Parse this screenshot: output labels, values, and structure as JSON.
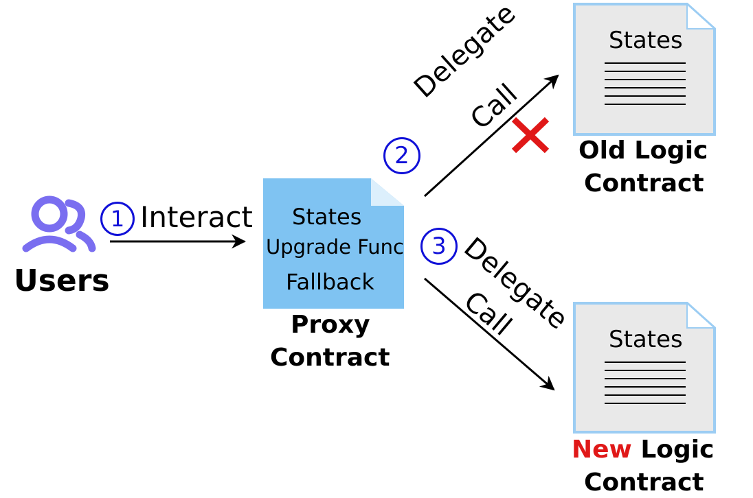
{
  "users": {
    "label": "Users",
    "icon": "users-icon"
  },
  "step1": {
    "num": "1",
    "label": "Interact"
  },
  "proxy": {
    "lines": [
      "States",
      "Upgrade Func",
      "Fallback"
    ],
    "title_line1": "Proxy",
    "title_line2": "Contract"
  },
  "step2": {
    "num": "2",
    "line1": "Delegate",
    "line2": "Call"
  },
  "step3": {
    "num": "3",
    "line1": "Delegate",
    "line2": "Call"
  },
  "old_logic": {
    "doc_title": "States",
    "title_line1": "Old Logic",
    "title_line2": "Contract"
  },
  "new_logic": {
    "doc_title": "States",
    "title_new": "New",
    "title_rest": " Logic",
    "title_line2": "Contract"
  },
  "colors": {
    "accent_blue": "#1010d8",
    "users_purple": "#7a6ef0",
    "proxy_fill": "#7fc3f2",
    "doc_fill": "#e9e9e9",
    "doc_border": "#9ccdf3",
    "cross_red": "#e01818",
    "new_red": "#e01818"
  }
}
